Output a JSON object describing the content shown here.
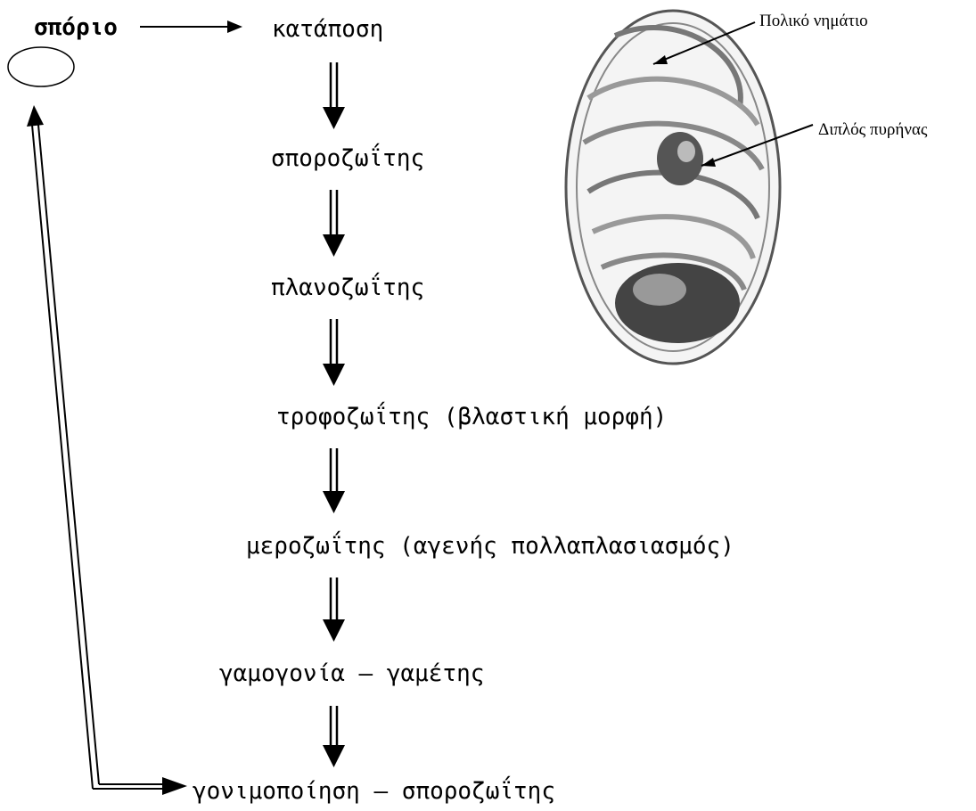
{
  "diagram": {
    "start_label": "σπόριο",
    "steps": [
      "κατάποση",
      "σποροζωΐτης",
      "πλανοζωΐτης",
      "τροφοζωΐτης (βλαστική μορφή)",
      "μεροζωΐτης (αγενής πολλαπλασιασμός)",
      "γαμογονία – γαμέτης",
      "γονιμοποίηση – σποροζωΐτης"
    ],
    "spore_image": {
      "callouts": [
        "Πολικό νημάτιο",
        "Διπλός πυρήνας"
      ]
    }
  }
}
